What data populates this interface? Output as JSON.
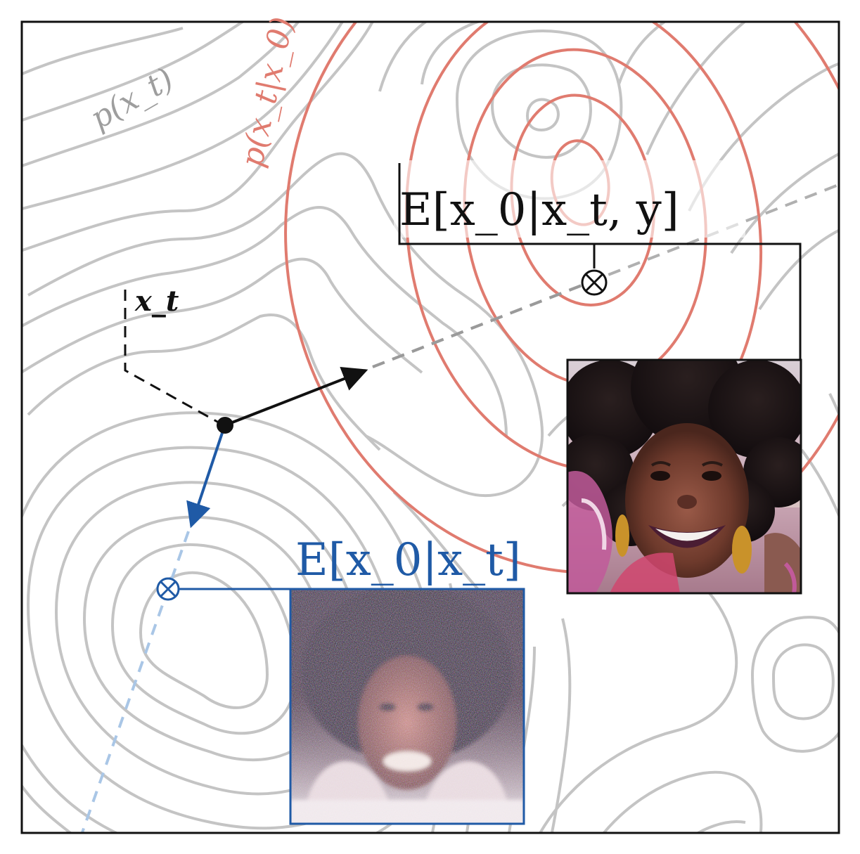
{
  "labels": {
    "prior_density": "p(x_t)",
    "likelihood_density": "p(x_t|x_0)",
    "current_state": "x_t",
    "conditional_estimate": "E[x_0|x_t, y]",
    "unconditional_estimate": "E[x_0|x_t]"
  },
  "symbols": {
    "estimate_marker": "⊗"
  },
  "images": {
    "conditional_sample": "clean-face-portrait",
    "unconditional_sample": "noisy-face-portrait"
  },
  "colors": {
    "prior_contours": "#c4c4c4",
    "likelihood_contours": "#e07b6f",
    "conditional_path": "#111111",
    "unconditional_path": "#1f5aa6",
    "unconditional_path_light": "#a9c6e6",
    "frame": "#111111"
  }
}
